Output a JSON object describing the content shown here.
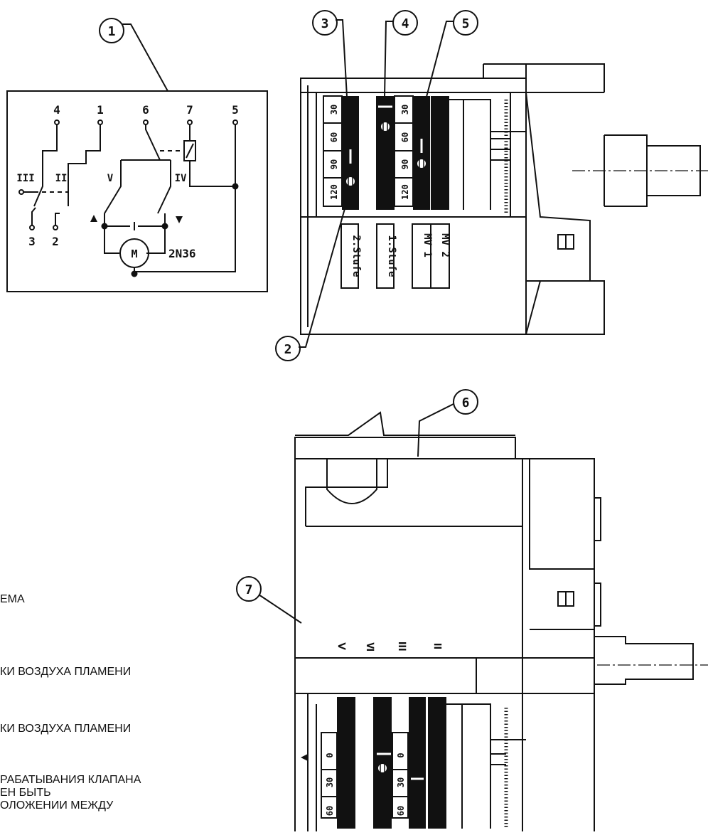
{
  "callouts": [
    "1",
    "2",
    "3",
    "4",
    "5",
    "6",
    "7"
  ],
  "wiring": {
    "top_terminals": [
      "4",
      "1",
      "6",
      "7",
      "5"
    ],
    "bottom_terminals": [
      "3",
      "2"
    ],
    "switches": [
      "III",
      "II",
      "V",
      "IV"
    ],
    "motor": "M",
    "model": "2N36"
  },
  "top_view": {
    "scale_top": [
      "30",
      "60",
      "90",
      "120"
    ],
    "scale_right": [
      "30",
      "60",
      "90",
      "120"
    ],
    "labels": [
      "2.Stufe",
      "1.Stufe"
    ],
    "mv_labels": [
      "MV 2",
      "MV 1"
    ]
  },
  "side_view": {
    "arrows": [
      "<",
      "≤",
      "≡",
      "="
    ],
    "scale_left": [
      "0",
      "30",
      "60"
    ],
    "scale_right": [
      "0",
      "30",
      "60"
    ]
  },
  "legend_lines": [
    "ЕМА",
    "КИ ВОЗДУХА ПЛАМЕНИ",
    "КИ ВОЗДУХА ПЛАМЕНИ",
    "РАБАТЫВАНИЯ КЛАПАНА",
    "ЕН БЫТЬ",
    "ОЛОЖЕНИИ МЕЖДУ"
  ]
}
